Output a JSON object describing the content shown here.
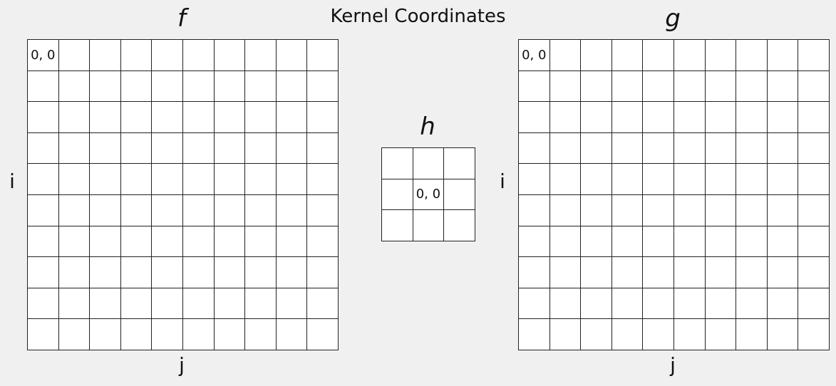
{
  "title": "Kernel Coordinates",
  "grids": {
    "f": {
      "label": "f",
      "row_label": "i",
      "col_label": "j",
      "rows": 10,
      "cols": 10,
      "origin_label": "0, 0",
      "origin_cell": [
        0,
        0
      ]
    },
    "h": {
      "label": "h",
      "rows": 3,
      "cols": 3,
      "origin_label": "0, 0",
      "origin_cell": [
        1,
        1
      ]
    },
    "g": {
      "label": "g",
      "row_label": "i",
      "col_label": "j",
      "rows": 10,
      "cols": 10,
      "origin_label": "0, 0",
      "origin_cell": [
        0,
        0
      ]
    }
  }
}
